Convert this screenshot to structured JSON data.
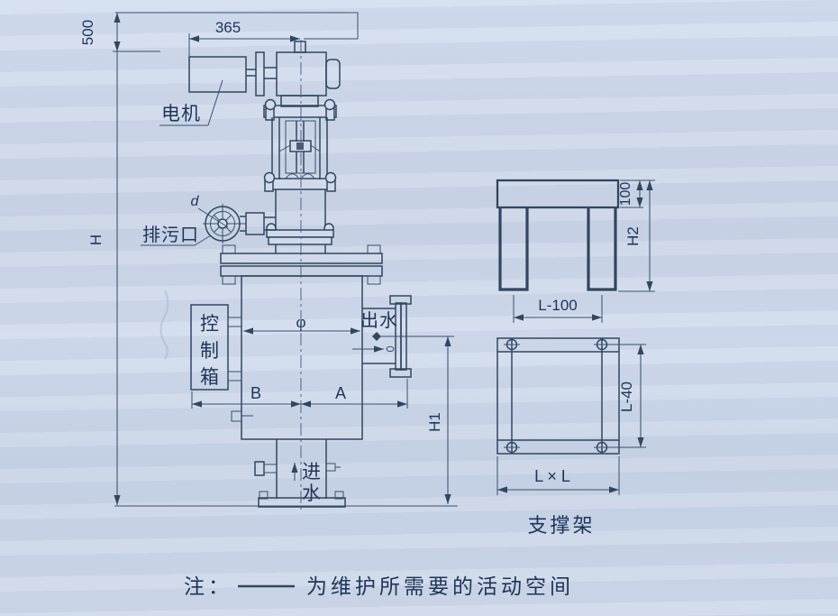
{
  "colors": {
    "background": "#cfdaeb",
    "line": "#31465f",
    "text": "#1f3457"
  },
  "labels": {
    "motor": "电机",
    "drain_port": "排污口",
    "control_box_chars": [
      "控",
      "制",
      "箱"
    ],
    "outlet": "出水",
    "inlet_chars": [
      "进",
      "水"
    ],
    "support_frame": "支撑架"
  },
  "dimensions": {
    "top_clearance": "500",
    "actuator_clearance": "365",
    "overall_height": "H",
    "outlet_height": "H1",
    "frame_height": "H2",
    "frame_plate_height": "100",
    "frame_leg_spacing": "L-100",
    "frame_hole_spacing": "L-40",
    "frame_base_size": "L × L",
    "left_width": "B",
    "right_width": "A",
    "body_diameter": "φ",
    "drain_diameter": "d"
  },
  "note": {
    "prefix": "注：",
    "dash": "——",
    "text": "为维护所需要的活动空间"
  }
}
